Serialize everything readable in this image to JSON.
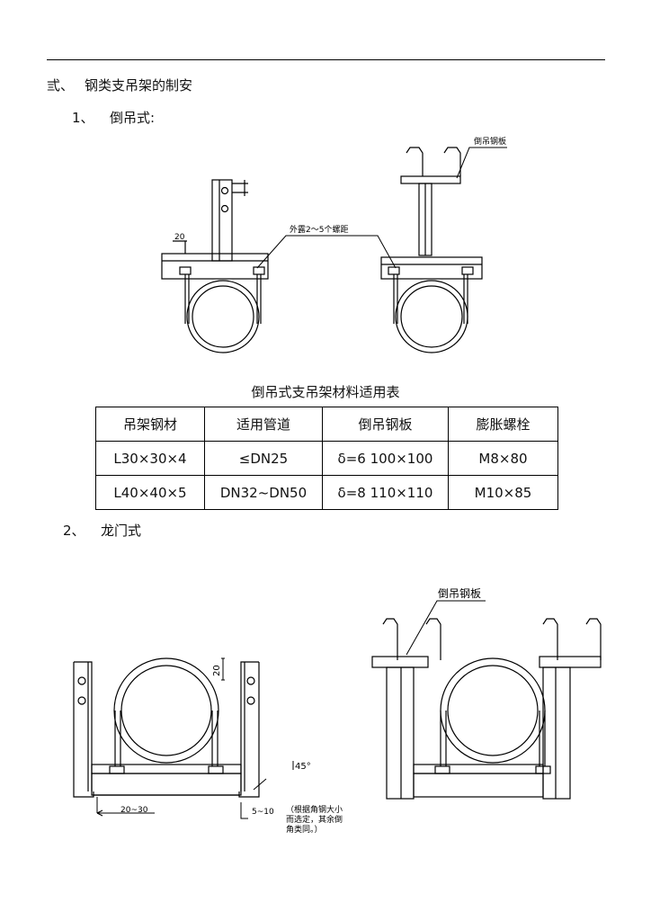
{
  "heading": {
    "number": "弎、",
    "title": "钢类支吊架的制安"
  },
  "item1": {
    "number": "1、",
    "title": "倒吊式:"
  },
  "item2": {
    "number": "2、",
    "title": "龙门式"
  },
  "figure1": {
    "plate_label": "倒吊钢板",
    "thread_label": "外露2～5个螺距",
    "dim_20": "20"
  },
  "table": {
    "caption": "倒吊式支吊架材料适用表",
    "headers": [
      "吊架钢材",
      "适用管道",
      "倒吊钢板",
      "膨胀螺栓"
    ],
    "rows": [
      [
        "L30×30×4",
        "≤DN25",
        "δ=6  100×100",
        "M8×80"
      ],
      [
        "L40×40×5",
        "DN32~DN50",
        "δ=8  110×110",
        "M10×85"
      ]
    ]
  },
  "figure2": {
    "plate_label": "倒吊钢板",
    "dim_20": "20",
    "angle": "45°",
    "dim_bottom": "20~30",
    "dim_gap": "5~10",
    "note": [
      "（根据角钢大小",
      "而选定，其余倒",
      "角类同。）"
    ]
  }
}
